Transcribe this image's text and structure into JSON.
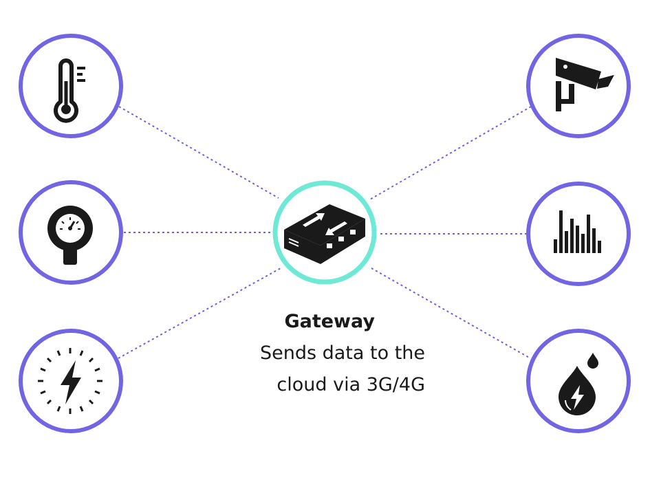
{
  "diagram": {
    "gateway": {
      "title": "Gateway",
      "line1": "Sends data to the",
      "line2": "cloud via 3G/4G",
      "ring_color": "#6ee9d6",
      "icon": "router-icon"
    },
    "nodes": [
      {
        "name": "thermometer-node",
        "icon": "thermometer-icon",
        "side": "left"
      },
      {
        "name": "pressure-gauge-node",
        "icon": "pressure-gauge-icon",
        "side": "left"
      },
      {
        "name": "electricity-node",
        "icon": "lightning-icon",
        "side": "left"
      },
      {
        "name": "camera-node",
        "icon": "security-camera-icon",
        "side": "right"
      },
      {
        "name": "sound-level-node",
        "icon": "bar-levels-icon",
        "side": "right"
      },
      {
        "name": "water-node",
        "icon": "water-drop-icon",
        "side": "right"
      }
    ],
    "colors": {
      "node_ring": "#7165e3",
      "connector": "#6a62db",
      "icon": "#1a1a1a"
    }
  }
}
